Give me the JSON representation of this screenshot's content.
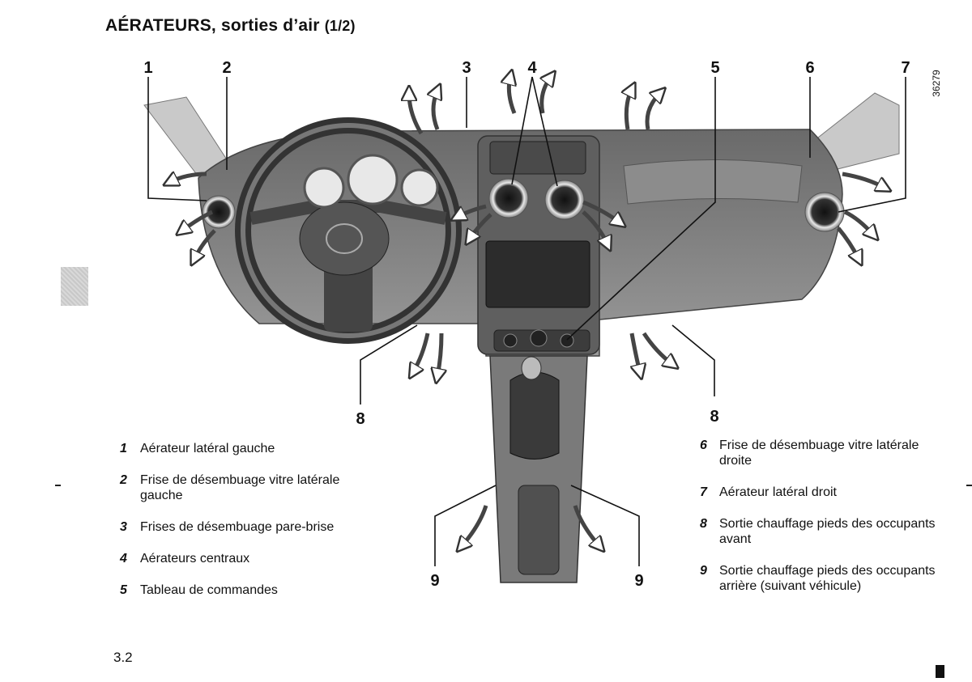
{
  "page": {
    "title_main": "AÉRATEURS, sorties d’air",
    "title_part": "(1/2)",
    "image_code": "36279",
    "page_number": "3.2"
  },
  "callouts": [
    "1",
    "2",
    "3",
    "4",
    "5",
    "6",
    "7",
    "8",
    "8",
    "9",
    "9"
  ],
  "legend_left": [
    {
      "num": "1",
      "text": "Aérateur latéral gauche"
    },
    {
      "num": "2",
      "text": "Frise de désembuage vitre latérale gauche"
    },
    {
      "num": "3",
      "text": "Frises de désembuage pare-brise"
    },
    {
      "num": "4",
      "text": "Aérateurs centraux"
    },
    {
      "num": "5",
      "text": "Tableau de commandes"
    }
  ],
  "legend_right": [
    {
      "num": "6",
      "text": "Frise de désembuage vitre latérale droite"
    },
    {
      "num": "7",
      "text": "Aérateur latéral droit"
    },
    {
      "num": "8",
      "text": "Sortie chauffage pieds des occupants avant"
    },
    {
      "num": "9",
      "text": "Sortie chauffage pieds des occupants arrière (suivant véhicule)"
    }
  ]
}
